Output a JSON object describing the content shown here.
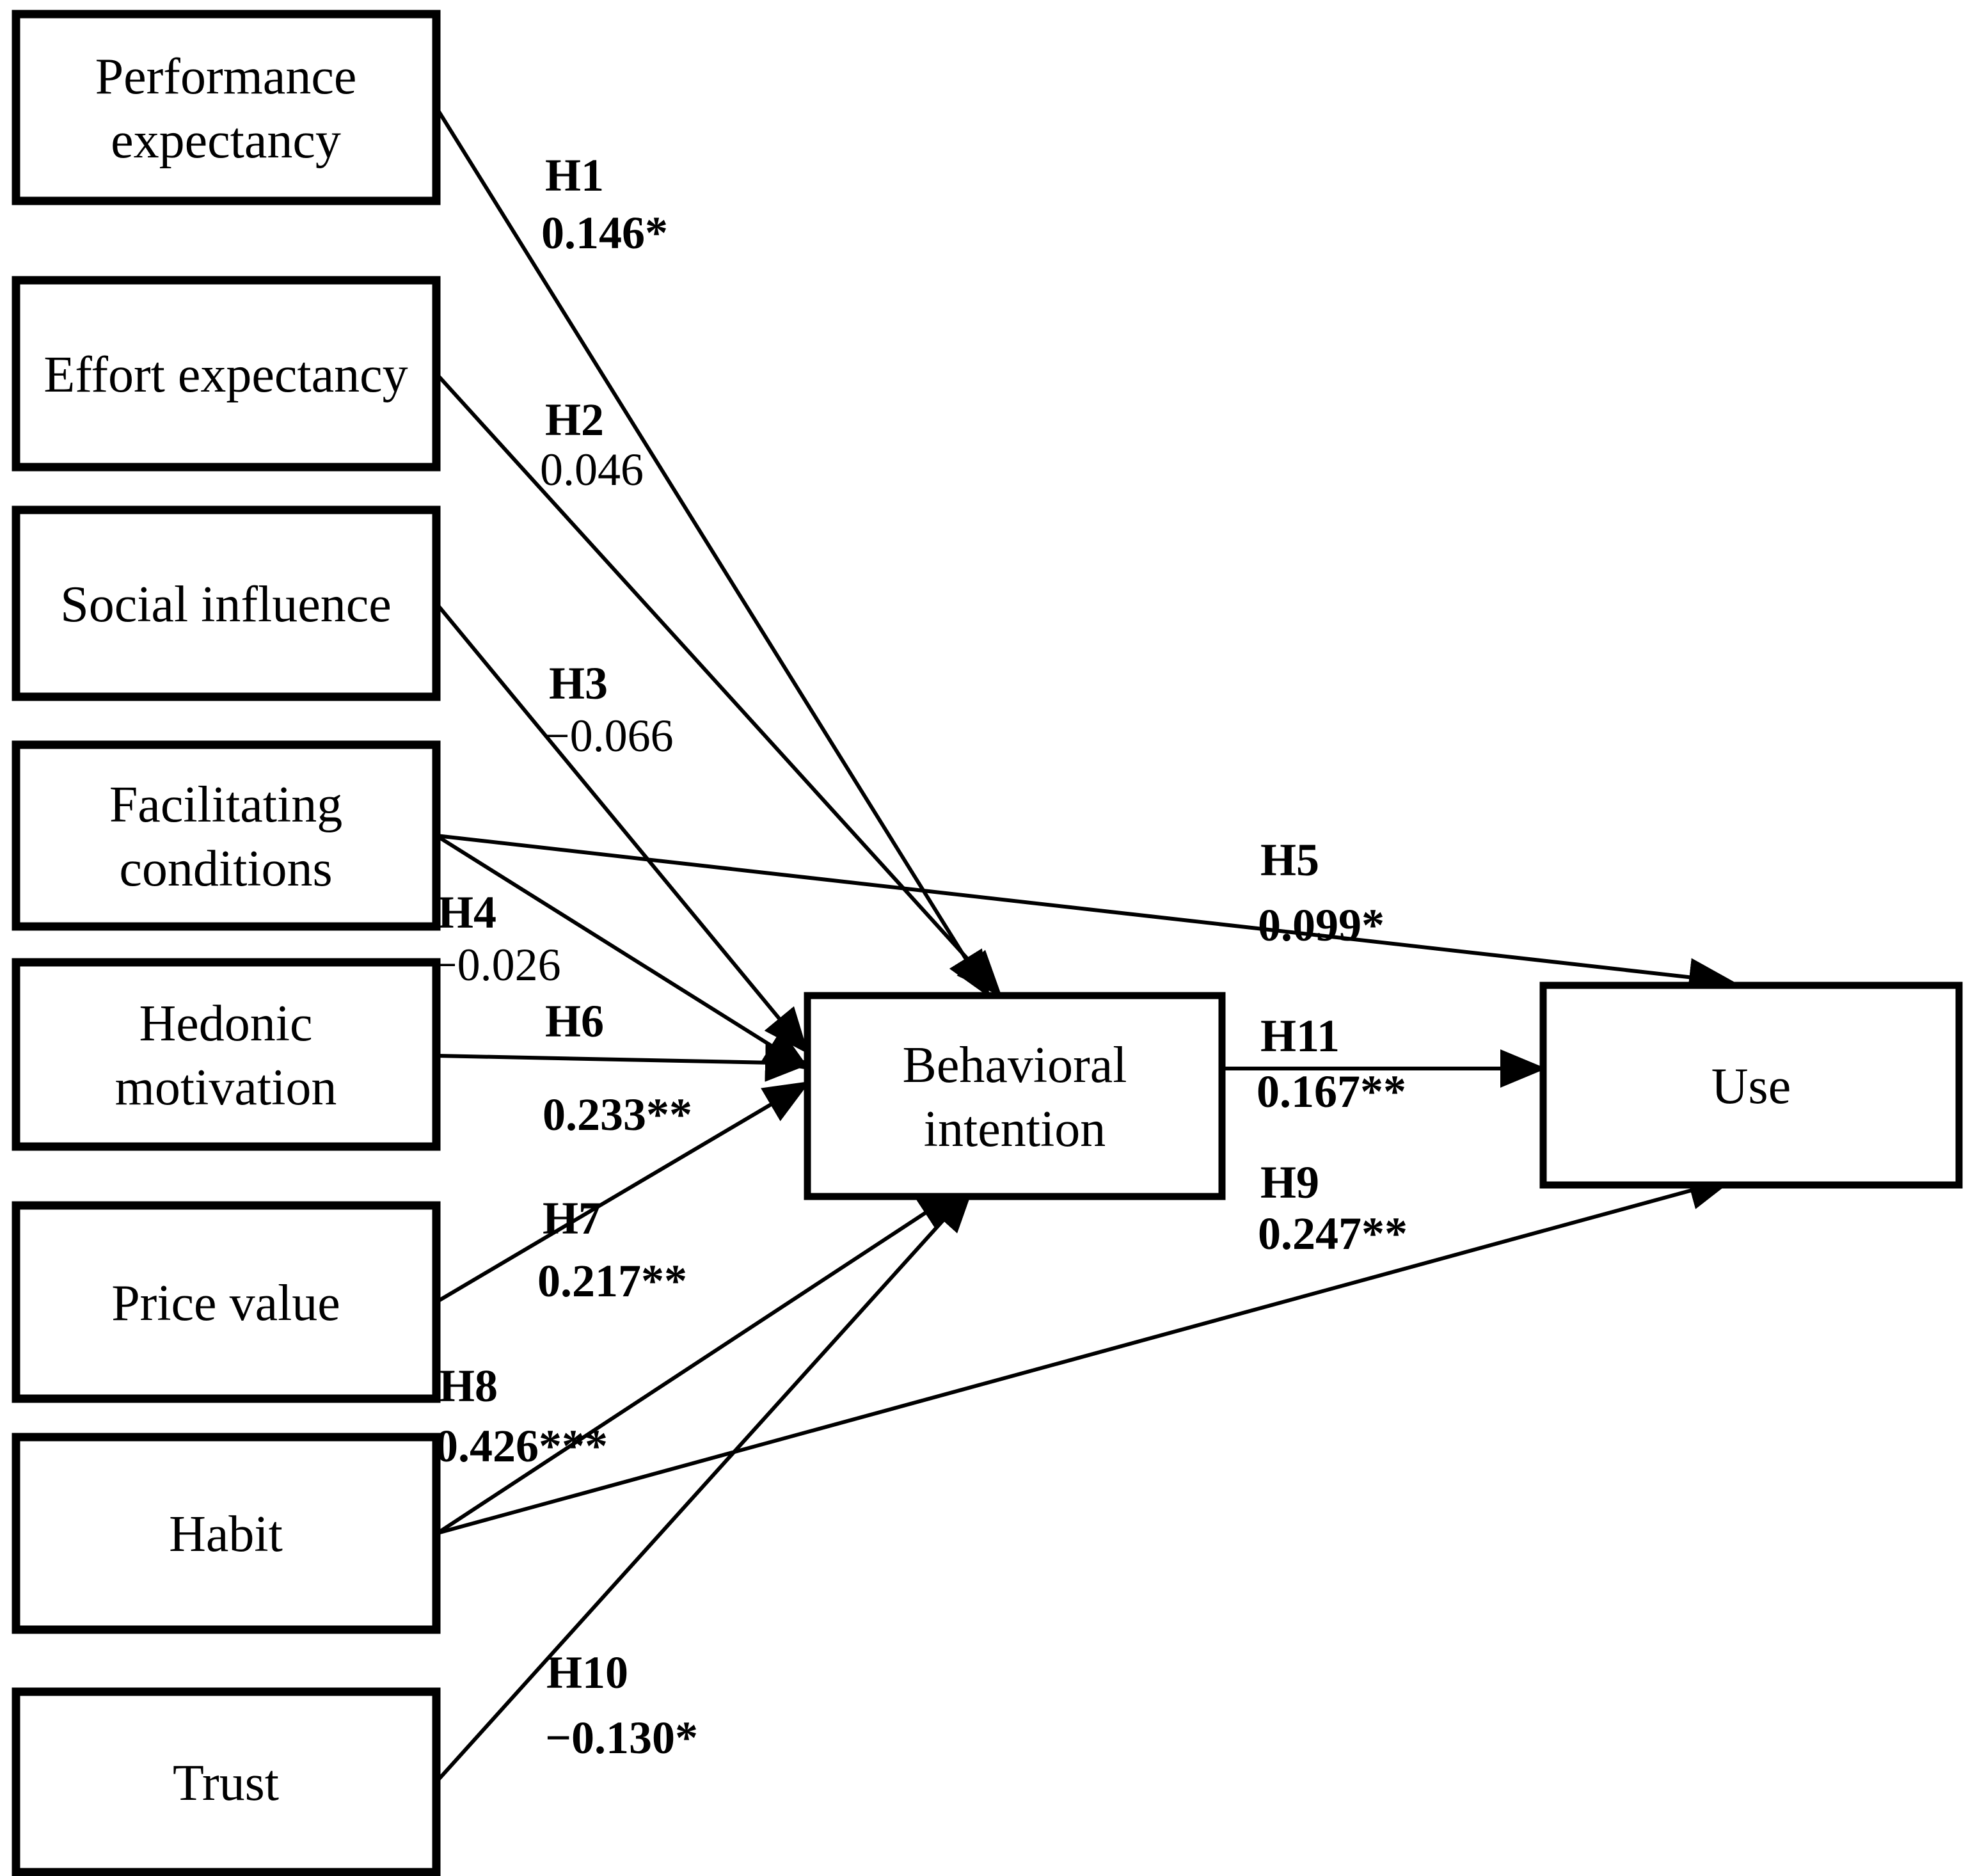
{
  "figure": {
    "type": "sem-path-diagram",
    "background_color": "#ffffff",
    "line_color": "#000000",
    "constructs": [
      {
        "id": "performance-expectancy",
        "lines": [
          "Performance",
          "expectancy"
        ]
      },
      {
        "id": "effort-expectancy",
        "lines": [
          "Effort expectancy"
        ]
      },
      {
        "id": "social-influence",
        "lines": [
          "Social influence"
        ]
      },
      {
        "id": "facilitating-conditions",
        "lines": [
          "Facilitating",
          "conditions"
        ]
      },
      {
        "id": "hedonic-motivation",
        "lines": [
          "Hedonic",
          "motivation"
        ]
      },
      {
        "id": "price-value",
        "lines": [
          "Price value"
        ]
      },
      {
        "id": "habit",
        "lines": [
          "Habit"
        ]
      },
      {
        "id": "trust",
        "lines": [
          "Trust"
        ]
      }
    ],
    "mediator": {
      "id": "behavioral-intention",
      "lines": [
        "Behavioral",
        "intention"
      ]
    },
    "outcome": {
      "id": "use",
      "label": "Use"
    },
    "paths": [
      {
        "hypothesis": "H1",
        "coefficient": "0.146*",
        "from": "Performance expectancy",
        "to": "Behavioral intention",
        "significant": true
      },
      {
        "hypothesis": "H2",
        "coefficient": "0.046",
        "from": "Effort expectancy",
        "to": "Behavioral intention",
        "significant": false
      },
      {
        "hypothesis": "H3",
        "coefficient": "−0.066",
        "from": "Social influence",
        "to": "Behavioral intention",
        "significant": false
      },
      {
        "hypothesis": "H4",
        "coefficient": "−0.026",
        "from": "Facilitating conditions",
        "to": "Behavioral intention",
        "significant": false
      },
      {
        "hypothesis": "H5",
        "coefficient": "0.099*",
        "from": "Facilitating conditions",
        "to": "Use",
        "significant": true
      },
      {
        "hypothesis": "H6",
        "coefficient": "0.233**",
        "from": "Hedonic motivation",
        "to": "Behavioral intention",
        "significant": true
      },
      {
        "hypothesis": "H7",
        "coefficient": "0.217**",
        "from": "Price value",
        "to": "Behavioral intention",
        "significant": true
      },
      {
        "hypothesis": "H8",
        "coefficient": "0.426***",
        "from": "Habit",
        "to": "Behavioral intention",
        "significant": true
      },
      {
        "hypothesis": "H9",
        "coefficient": "0.247**",
        "from": "Habit",
        "to": "Use",
        "significant": true
      },
      {
        "hypothesis": "H10",
        "coefficient": "−0.130*",
        "from": "Trust",
        "to": "Behavioral intention",
        "significant": true
      },
      {
        "hypothesis": "H11",
        "coefficient": "0.167**",
        "from": "Behavioral intention",
        "to": "Use",
        "significant": true
      }
    ]
  }
}
